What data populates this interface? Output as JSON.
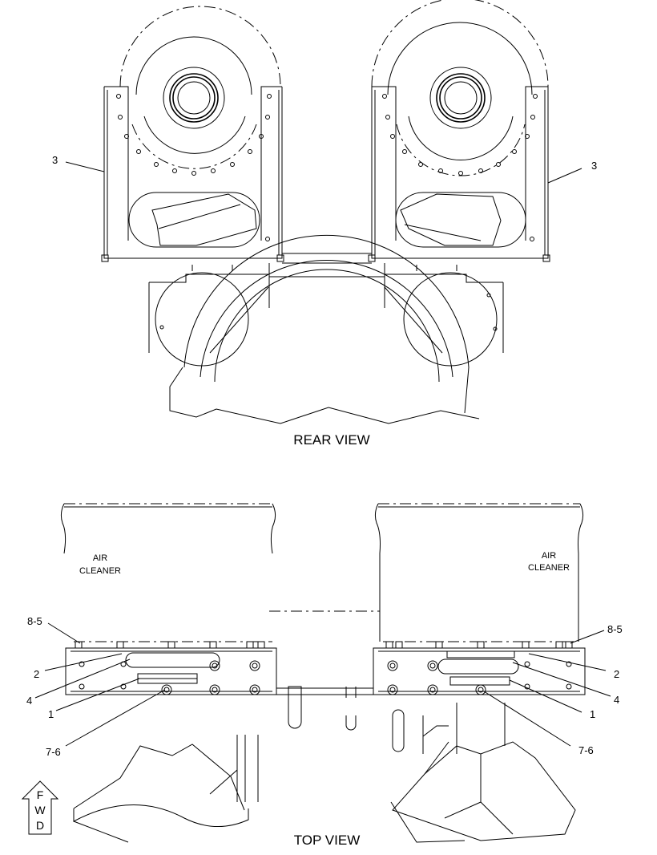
{
  "rear_view": {
    "title": "REAR VIEW",
    "callouts": [
      {
        "id": "left",
        "label": "3"
      },
      {
        "id": "right",
        "label": "3"
      }
    ]
  },
  "top_view": {
    "title": "TOP VIEW",
    "air_cleaner_left": [
      "AIR",
      "CLEANER"
    ],
    "air_cleaner_right": [
      "AIR",
      "CLEANER"
    ],
    "callouts_left": [
      "8-5",
      "2",
      "4",
      "1",
      "7-6"
    ],
    "callouts_right": [
      "8-5",
      "2",
      "4",
      "1",
      "7-6"
    ]
  },
  "fwd_arrow": {
    "letters": [
      "F",
      "W",
      "D"
    ]
  }
}
